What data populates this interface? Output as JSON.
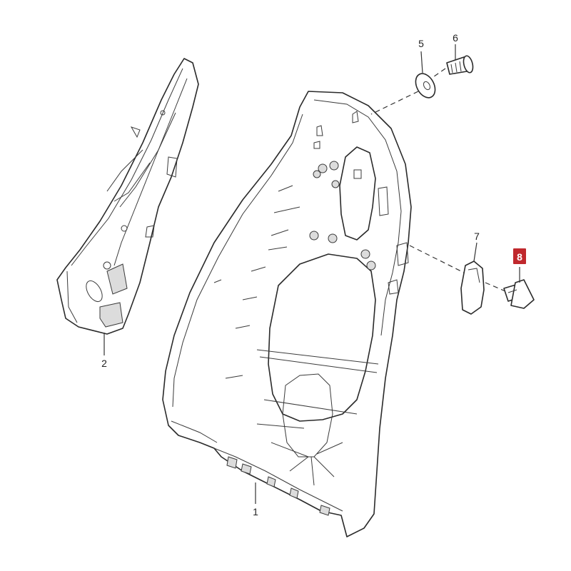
{
  "diagram": {
    "callouts": [
      {
        "id": "1",
        "label": "1"
      },
      {
        "id": "2",
        "label": "2"
      },
      {
        "id": "5",
        "label": "5"
      },
      {
        "id": "6",
        "label": "6"
      },
      {
        "id": "7",
        "label": "7"
      },
      {
        "id": "8",
        "label": "8",
        "highlighted": true
      }
    ],
    "colors": {
      "highlight": "#c0282d",
      "line": "#2a2a2a",
      "background": "#ffffff"
    }
  }
}
